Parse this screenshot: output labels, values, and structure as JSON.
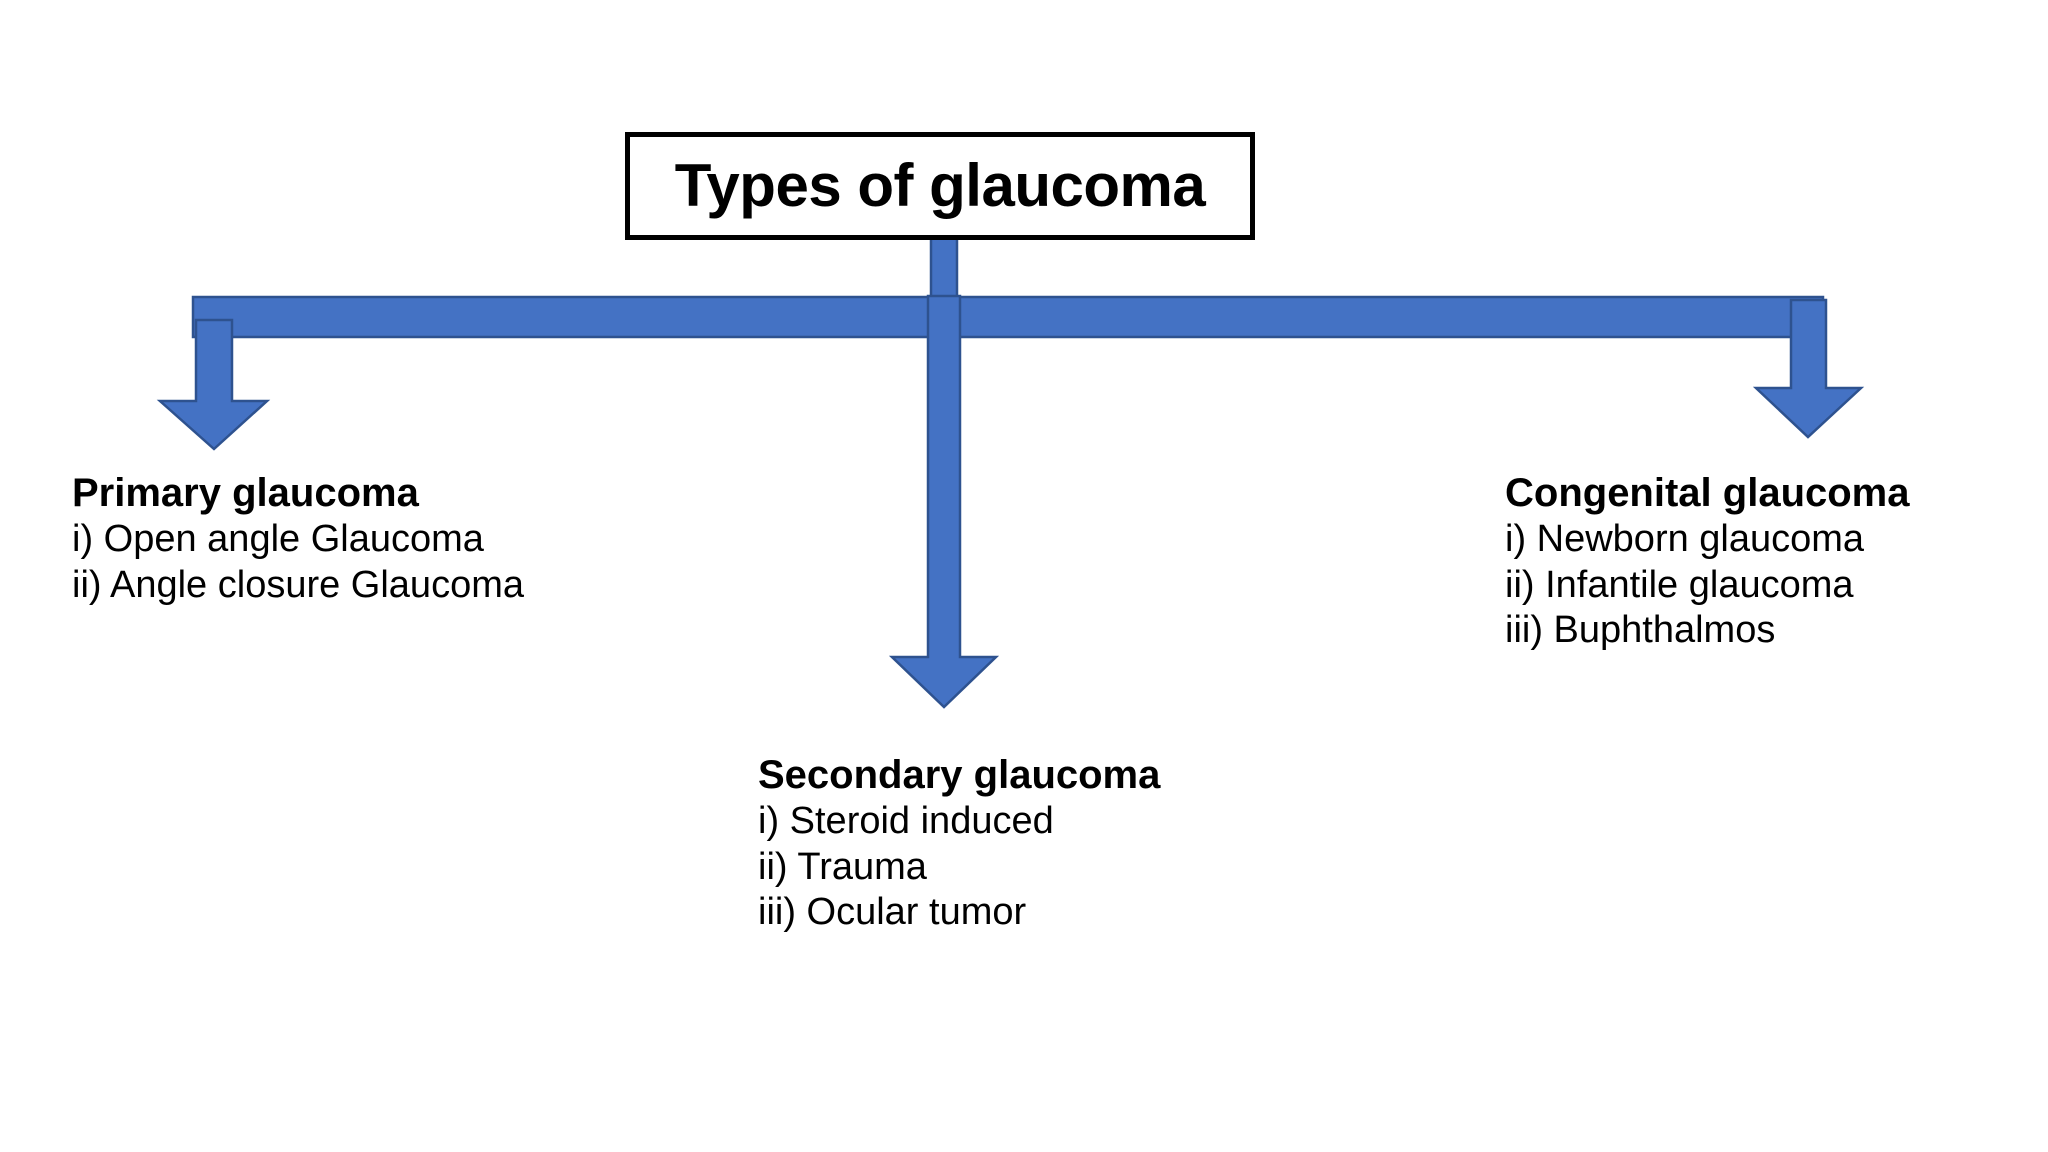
{
  "diagram": {
    "type": "hierarchy-flowchart",
    "root": {
      "label": "Types of glaucoma"
    },
    "branches": [
      {
        "id": "primary",
        "title": "Primary glaucoma",
        "items": [
          "i) Open angle Glaucoma",
          "ii) Angle closure Glaucoma"
        ]
      },
      {
        "id": "secondary",
        "title": "Secondary glaucoma",
        "items": [
          "i) Steroid induced",
          "ii) Trauma",
          "iii) Ocular tumor"
        ]
      },
      {
        "id": "congenital",
        "title": "Congenital glaucoma",
        "items": [
          "i) Newborn glaucoma",
          "ii) Infantile glaucoma",
          "iii) Buphthalmos"
        ]
      }
    ],
    "connectors": {
      "arrow_fill": "#4472C4",
      "arrow_stroke": "#2E528F",
      "box_border": "#000000",
      "background": "#FFFFFF",
      "arrow_names": [
        "down-arrow-left",
        "down-arrow-center",
        "down-arrow-right"
      ]
    }
  }
}
